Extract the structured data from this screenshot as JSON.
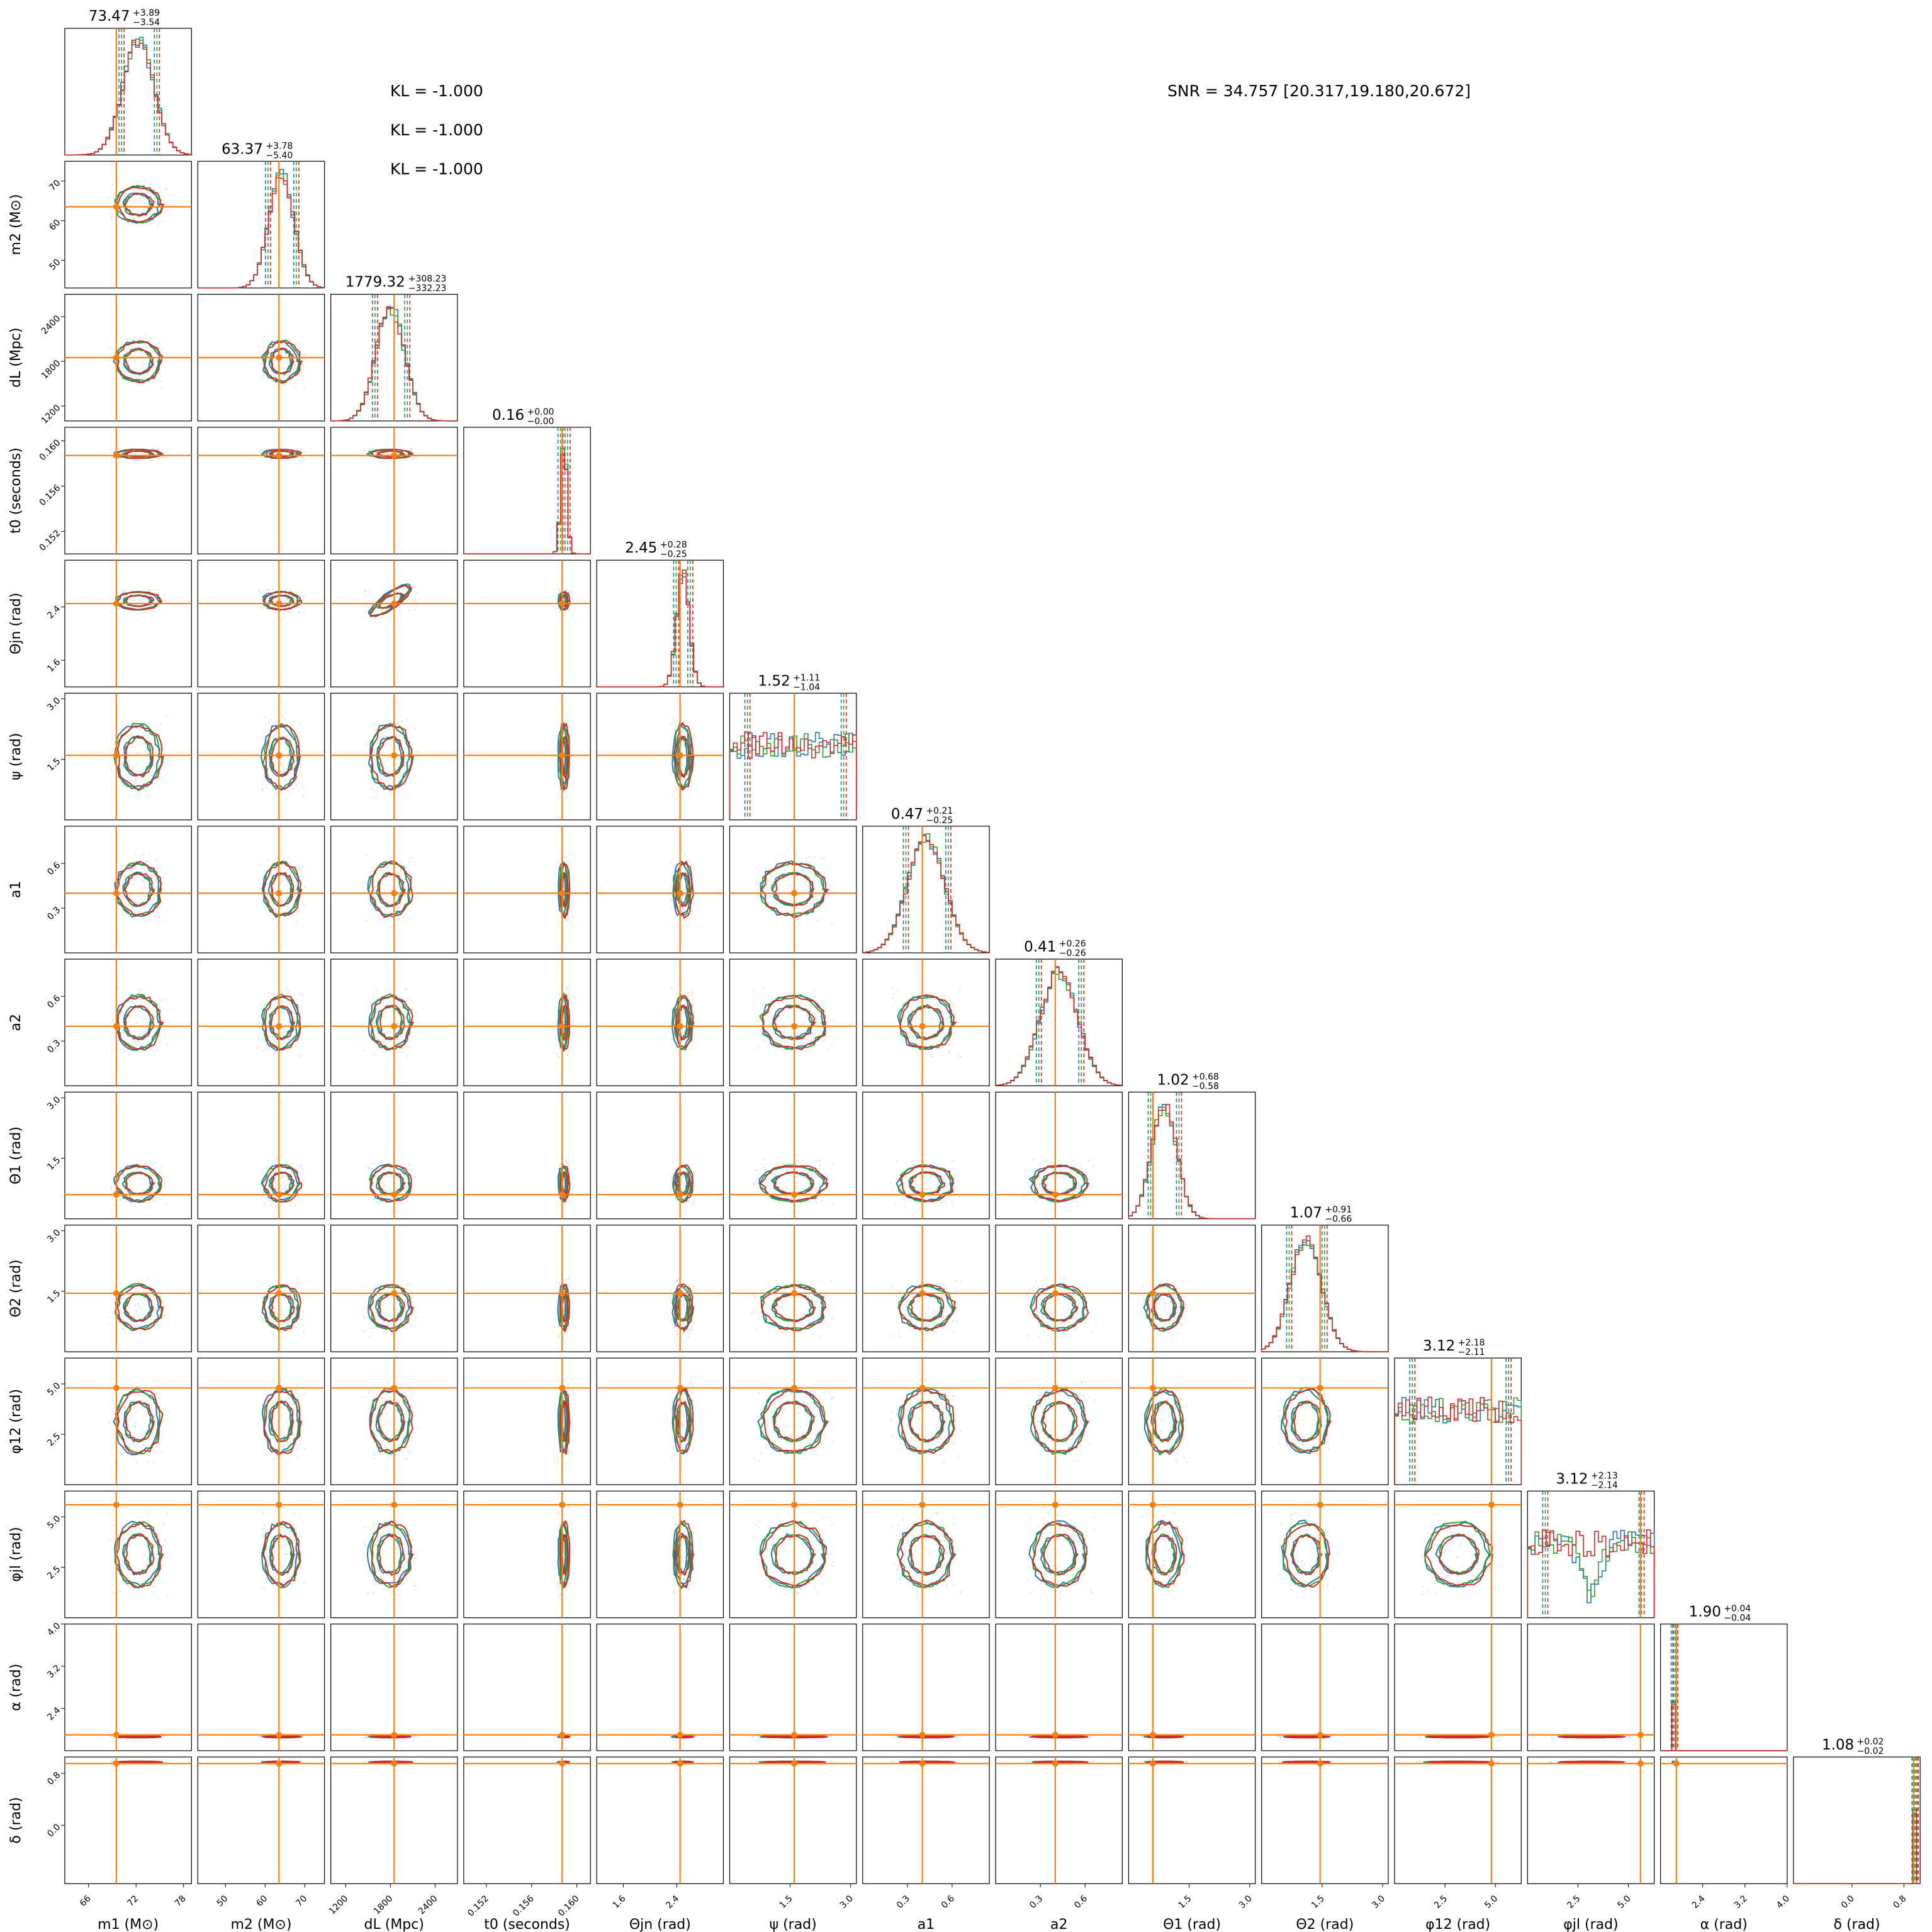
{
  "chart_data": {
    "type": "corner",
    "annotations": {
      "kl": [
        "KL = -1.000",
        "KL = -1.000",
        "KL = -1.000"
      ],
      "snr": "SNR = 34.757 [20.317,19.180,20.672]"
    },
    "colors": {
      "series": [
        "#1f77b4",
        "#2ca02c",
        "#d62728"
      ],
      "truth": "#ff7f0e",
      "scatter": "#9e9e9e"
    },
    "params": [
      {
        "name": "m1",
        "label": "m_1 (M⊙)",
        "range": [
          63,
          79
        ],
        "ticks": [
          66,
          72,
          78
        ],
        "truth": 69.5,
        "title": {
          "median": "73.47",
          "plus": "+3.89",
          "minus": "−3.54"
        }
      },
      {
        "name": "m2",
        "label": "m_2 (M⊙)",
        "range": [
          43,
          75
        ],
        "ticks": [
          50,
          60,
          70
        ],
        "truth": 63.5,
        "title": {
          "median": "63.37",
          "plus": "+3.78",
          "minus": "−5.40"
        }
      },
      {
        "name": "dL",
        "label": "d_L (Mpc)",
        "range": [
          1000,
          2700
        ],
        "ticks": [
          1200,
          1800,
          2400
        ],
        "truth": 1850,
        "title": {
          "median": "1779.32",
          "plus": "+308.23",
          "minus": "−332.23"
        }
      },
      {
        "name": "t0",
        "label": "t_0 (seconds)",
        "range": [
          0.15,
          0.1612
        ],
        "ticks": [
          0.152,
          0.156,
          0.16
        ],
        "truth": 0.1587,
        "title": {
          "median": "0.16",
          "plus": "+0.00",
          "minus": "−0.00"
        }
      },
      {
        "name": "theta_jn",
        "label": "Θ_jn (rad)",
        "range": [
          1.2,
          3.1
        ],
        "ticks": [
          1.6,
          2.4
        ],
        "truth": 2.45,
        "title": {
          "median": "2.45",
          "plus": "+0.28",
          "minus": "−0.25"
        }
      },
      {
        "name": "psi",
        "label": "ψ (rad)",
        "range": [
          0,
          3.14
        ],
        "ticks": [
          1.5,
          3.0
        ],
        "truth": 1.6,
        "title": {
          "median": "1.52",
          "plus": "+1.11",
          "minus": "−1.04"
        }
      },
      {
        "name": "a1",
        "label": "a_1",
        "range": [
          0,
          0.85
        ],
        "ticks": [
          0.3,
          0.6
        ],
        "truth": 0.4,
        "title": {
          "median": "0.47",
          "plus": "+0.21",
          "minus": "−0.25"
        }
      },
      {
        "name": "a2",
        "label": "a_2",
        "range": [
          0,
          0.85
        ],
        "ticks": [
          0.3,
          0.6
        ],
        "truth": 0.4,
        "title": {
          "median": "0.41",
          "plus": "+0.26",
          "minus": "−0.26"
        }
      },
      {
        "name": "theta1",
        "label": "Θ_1 (rad)",
        "range": [
          0,
          3.14
        ],
        "ticks": [
          1.5,
          3.0
        ],
        "truth": 0.6,
        "title": {
          "median": "1.02",
          "plus": "+0.68",
          "minus": "−0.58"
        }
      },
      {
        "name": "theta2",
        "label": "Θ_2 (rad)",
        "range": [
          0,
          3.14
        ],
        "ticks": [
          1.5,
          3.0
        ],
        "truth": 1.45,
        "title": {
          "median": "1.07",
          "plus": "+0.91",
          "minus": "−0.66"
        }
      },
      {
        "name": "phi12",
        "label": "φ_12 (rad)",
        "range": [
          0,
          6.28
        ],
        "ticks": [
          2.5,
          5.0
        ],
        "truth": 4.8,
        "title": {
          "median": "3.12",
          "plus": "+2.18",
          "minus": "−2.11"
        }
      },
      {
        "name": "phijl",
        "label": "φ_jl (rad)",
        "range": [
          0,
          6.28
        ],
        "ticks": [
          2.5,
          5.0
        ],
        "truth": 5.6,
        "title": {
          "median": "3.12",
          "plus": "+2.13",
          "minus": "−2.14"
        }
      },
      {
        "name": "alpha",
        "label": "α (rad)",
        "range": [
          1.6,
          4.0
        ],
        "ticks": [
          2.4,
          3.2,
          4.0
        ],
        "truth": 1.9,
        "title": {
          "median": "1.90",
          "plus": "+0.04",
          "minus": "−0.04"
        }
      },
      {
        "name": "delta",
        "label": "δ (rad)",
        "range": [
          -0.9,
          1.05
        ],
        "ticks": [
          0.0,
          0.8
        ],
        "truth": 0.95,
        "title": {
          "median": "1.08",
          "plus": "+0.02",
          "minus": "−0.02"
        }
      }
    ],
    "tick_labels": {
      "m1": [
        "66",
        "72",
        "78"
      ],
      "m2": [
        "50",
        "60",
        "70"
      ],
      "dL": [
        "1200",
        "1800",
        "2400"
      ],
      "t0": [
        "0.152",
        "0.156",
        "0.160"
      ],
      "theta_jn": [
        "1.6",
        "2.4"
      ],
      "psi": [
        "1.5",
        "3.0"
      ],
      "a1": [
        "0.3",
        "0.6"
      ],
      "a2": [
        "0.3",
        "0.6"
      ],
      "theta1": [
        "1.5",
        "3.0"
      ],
      "theta2": [
        "1.5",
        "3.0"
      ],
      "phi12": [
        "2.5",
        "5.0"
      ],
      "phijl": [
        "2.5",
        "5.0"
      ],
      "alpha": [
        "2.4",
        "3.2",
        "4.0"
      ],
      "delta": [
        "0.0",
        "0.8"
      ]
    }
  }
}
